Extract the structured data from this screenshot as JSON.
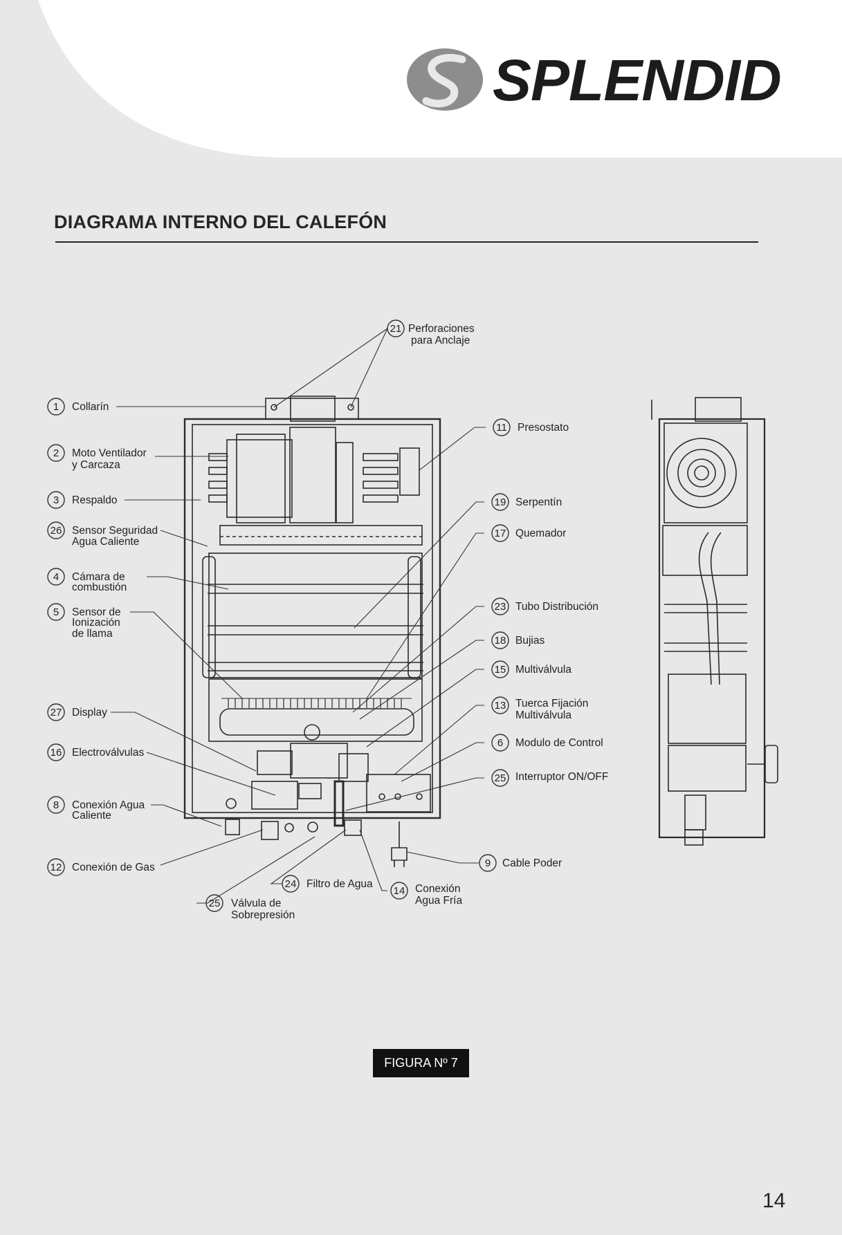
{
  "brand": {
    "name": "SPLENDID",
    "logo_icon": "splendid-s-logo-icon"
  },
  "page_title": "DIAGRAMA INTERNO DEL CALEFÓN",
  "figure_label": "FIGURA Nº 7",
  "page_number": "14",
  "callouts": [
    {
      "num": "1",
      "lines": [
        "Collarín"
      ]
    },
    {
      "num": "2",
      "lines": [
        "Moto Ventilador",
        "y Carcaza"
      ]
    },
    {
      "num": "3",
      "lines": [
        "Respaldo"
      ]
    },
    {
      "num": "26",
      "lines": [
        "Sensor Seguridad",
        "Agua Caliente"
      ]
    },
    {
      "num": "4",
      "lines": [
        "Cámara de",
        "combustión"
      ]
    },
    {
      "num": "5",
      "lines": [
        "Sensor de",
        "Ionización",
        "de llama"
      ]
    },
    {
      "num": "27",
      "lines": [
        "Display"
      ]
    },
    {
      "num": "16",
      "lines": [
        "Electroválvulas"
      ]
    },
    {
      "num": "8",
      "lines": [
        "Conexión Agua",
        "Caliente"
      ]
    },
    {
      "num": "12",
      "lines": [
        "Conexión de Gas"
      ]
    },
    {
      "num": "21",
      "lines": [
        "Perforaciones",
        "para Anclaje"
      ]
    },
    {
      "num": "11",
      "lines": [
        "Presostato"
      ]
    },
    {
      "num": "19",
      "lines": [
        "Serpentín"
      ]
    },
    {
      "num": "17",
      "lines": [
        "Quemador"
      ]
    },
    {
      "num": "23",
      "lines": [
        "Tubo Distribución"
      ]
    },
    {
      "num": "18",
      "lines": [
        "Bujias"
      ]
    },
    {
      "num": "15",
      "lines": [
        "Multiválvula"
      ]
    },
    {
      "num": "13",
      "lines": [
        "Tuerca Fijación",
        "Multiválvula"
      ]
    },
    {
      "num": "6",
      "lines": [
        "Modulo de Control"
      ]
    },
    {
      "num": "25",
      "lines": [
        "Interruptor ON/OFF"
      ]
    },
    {
      "num": "9",
      "lines": [
        "Cable Poder"
      ]
    },
    {
      "num": "24",
      "lines": [
        "Filtro de Agua"
      ]
    },
    {
      "num": "14",
      "lines": [
        "Conexión",
        "Agua Fría"
      ]
    },
    {
      "num": "25",
      "lines": [
        "Válvula de",
        "Sobrepresión"
      ]
    }
  ]
}
